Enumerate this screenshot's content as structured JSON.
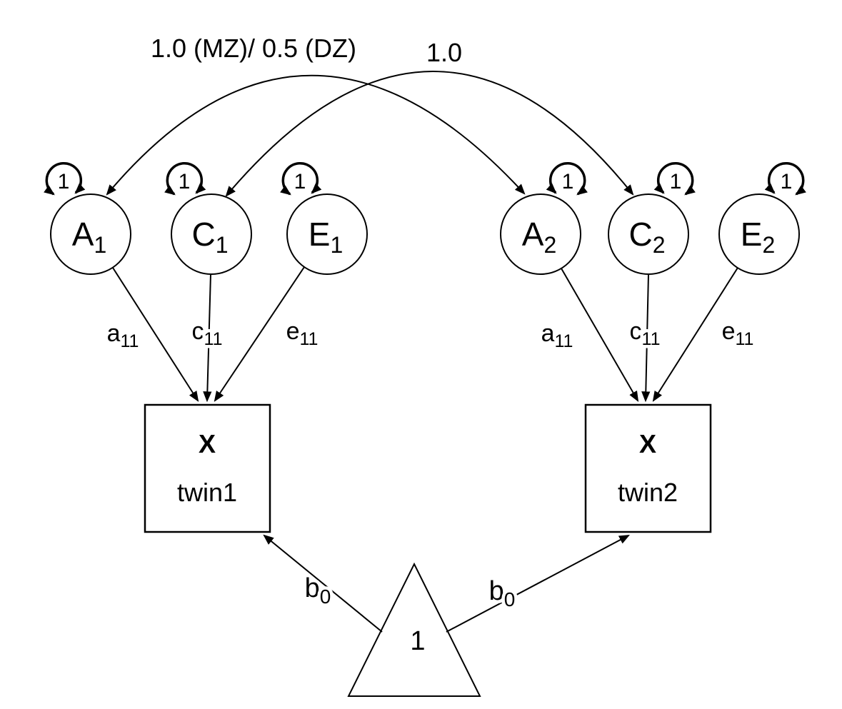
{
  "diagram": {
    "variance_label": "1",
    "latent": [
      {
        "main": "A",
        "sub": "1"
      },
      {
        "main": "C",
        "sub": "1"
      },
      {
        "main": "E",
        "sub": "1"
      },
      {
        "main": "A",
        "sub": "2"
      },
      {
        "main": "C",
        "sub": "2"
      },
      {
        "main": "E",
        "sub": "2"
      }
    ],
    "loadings": [
      {
        "main": "a",
        "sub": "11"
      },
      {
        "main": "c",
        "sub": "11"
      },
      {
        "main": "e",
        "sub": "11"
      },
      {
        "main": "a",
        "sub": "11"
      },
      {
        "main": "c",
        "sub": "11"
      },
      {
        "main": "e",
        "sub": "11"
      }
    ],
    "observed": [
      {
        "var": "X",
        "name": "twin1"
      },
      {
        "var": "X",
        "name": "twin2"
      }
    ],
    "covariances": [
      {
        "label": "1.0 (MZ)/ 0.5 (DZ)"
      },
      {
        "label": "1.0"
      }
    ],
    "mean": {
      "constant": "1",
      "path_main": "b",
      "path_sub": "0"
    }
  }
}
